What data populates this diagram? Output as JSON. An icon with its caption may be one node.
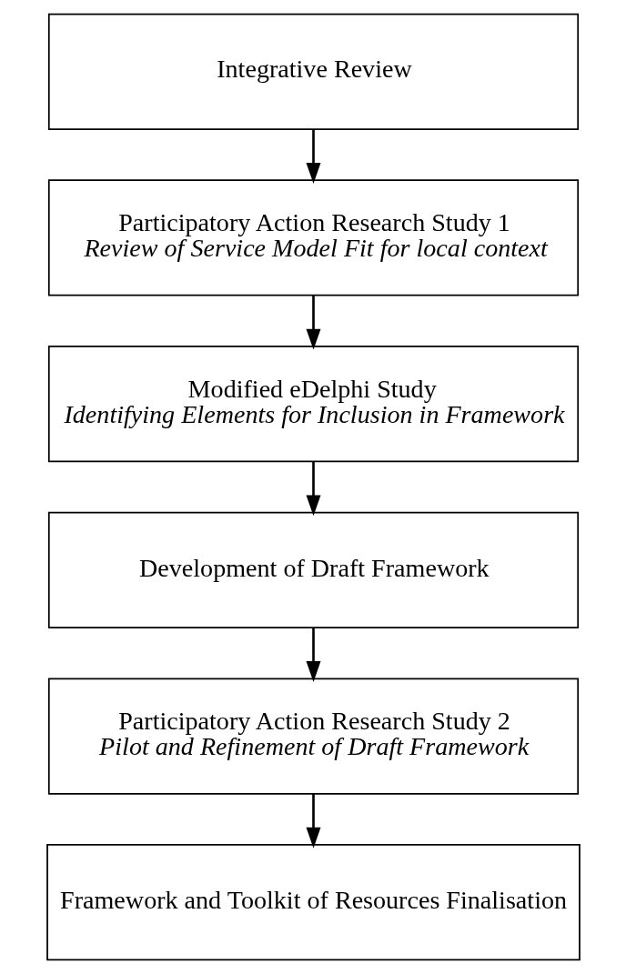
{
  "diagram": {
    "nodes": [
      {
        "text": [
          "Integrative Review"
        ]
      },
      {
        "text": [
          "Participatory Action Research Study 1",
          "Review of Service Model Fit for local context"
        ]
      },
      {
        "text": [
          "Modified eDelphi Study",
          "Identifying Elements for Inclusion in Framework"
        ]
      },
      {
        "text": [
          "Development of Draft Framework"
        ]
      },
      {
        "text": [
          "Participatory Action Research Study 2",
          "Pilot and Refinement of Draft Framework"
        ]
      },
      {
        "text": [
          "Framework and Toolkit of Resources Finalisation"
        ]
      }
    ],
    "edges": [
      {
        "from": 0,
        "to": 1,
        "arrow": "to"
      },
      {
        "from": 1,
        "to": 2,
        "arrow": "to"
      },
      {
        "from": 2,
        "to": 3,
        "arrow": "to"
      },
      {
        "from": 3,
        "to": 4,
        "arrow": "to"
      },
      {
        "from": 4,
        "to": 5,
        "arrow": "to"
      }
    ]
  }
}
